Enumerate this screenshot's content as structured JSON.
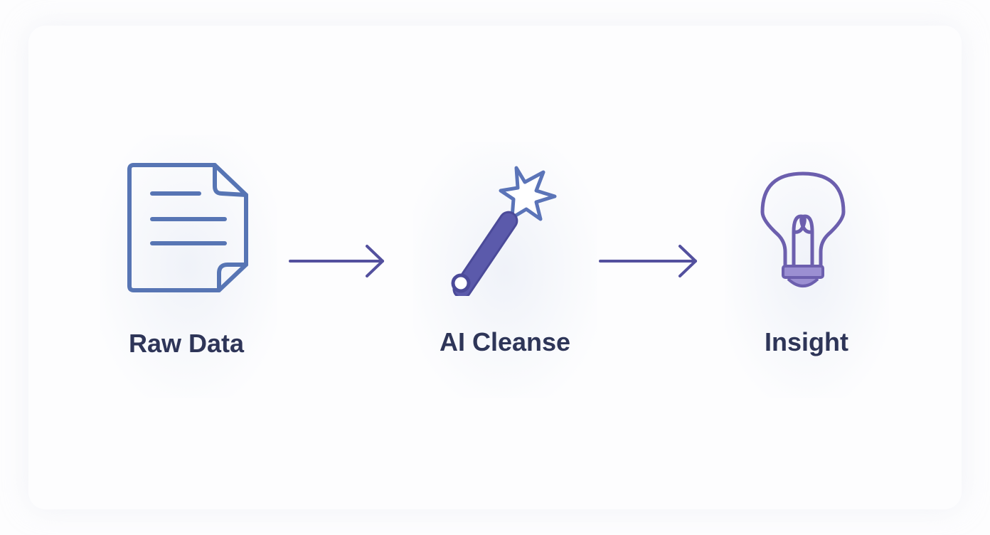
{
  "steps": [
    {
      "label": "Raw Data",
      "icon": "document-icon"
    },
    {
      "label": "AI Cleanse",
      "icon": "magic-wand-icon"
    },
    {
      "label": "Insight",
      "icon": "lightbulb-icon"
    }
  ],
  "colors": {
    "document": "#5775b4",
    "wand": "#5b5aab",
    "arrow": "#53509e",
    "bulb": "#6c5fae",
    "bulb_base": "#9b8fd2",
    "label": "#2e3558"
  }
}
